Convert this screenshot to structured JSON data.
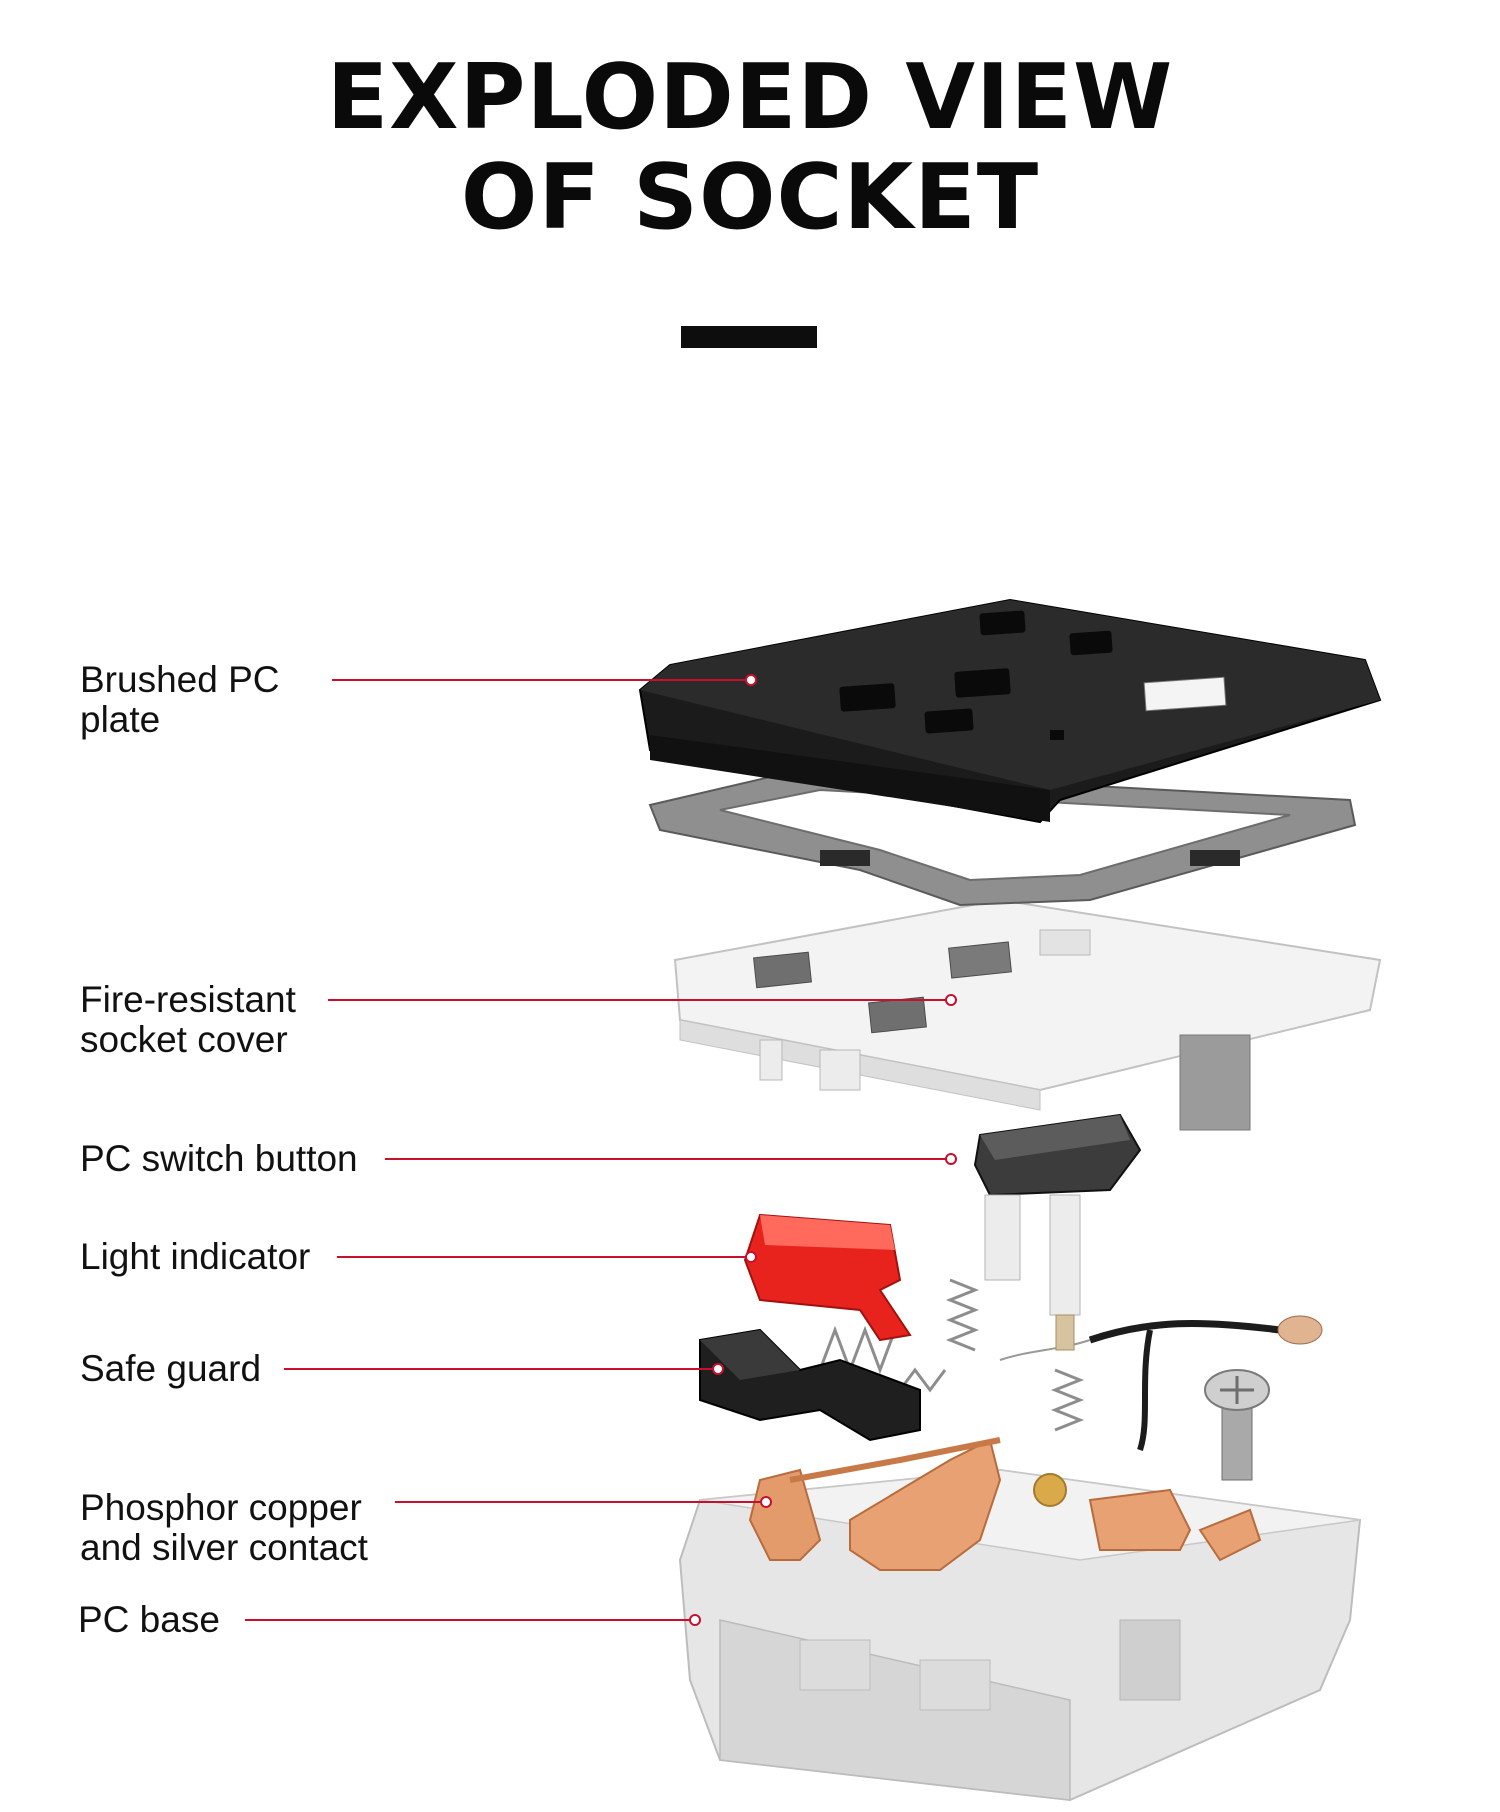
{
  "title": {
    "line1": "EXPLODED VIEW",
    "line2": "OF SOCKET"
  },
  "colors": {
    "leader": "#c8102e",
    "title": "#0a0a0a",
    "plate": "#1b1b1b",
    "copper": "#e0976a",
    "indicator": "#e8231e"
  },
  "parts": {
    "plate": {
      "line1": "Brushed PC",
      "line2": "plate"
    },
    "cover": {
      "line1": "Fire-resistant",
      "line2": "socket cover"
    },
    "switch": {
      "line1": "PC switch button"
    },
    "indicator": {
      "line1": "Light indicator"
    },
    "guard": {
      "line1": "Safe guard"
    },
    "contact": {
      "line1": "Phosphor copper",
      "line2": "and silver contact"
    },
    "base": {
      "line1": "PC base"
    }
  }
}
